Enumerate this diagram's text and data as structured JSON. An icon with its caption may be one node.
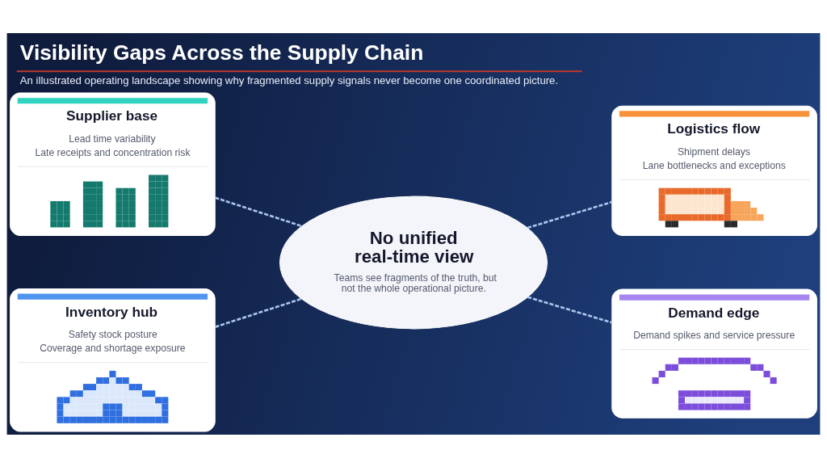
{
  "diagram": {
    "title": "Visibility Gaps Across the Supply Chain",
    "caption": "An illustrated operating landscape showing why fragmented supply signals never become one coordinated picture.",
    "nodes": [
      {
        "text": [
          "Supplier base",
          "Lead time variability",
          "Late receipts and concentration risk"
        ]
      },
      {
        "text": [
          "Logistics flow",
          "Shipment delays",
          "Lane bottlenecks and exceptions"
        ]
      },
      {
        "text": [
          "No unified real-time view",
          "Teams see fragments of the truth, but not the whole operational picture."
        ]
      },
      {
        "text": [
          "Inventory hub",
          "Safety stock posture",
          "Coverage and shortage exposure"
        ]
      },
      {
        "text": [
          "Demand edge",
          "Demand spikes and service pressure"
        ]
      }
    ],
    "edges": [
      {
        "from": 0,
        "to": 2,
        "arrow": "none",
        "style": "dashed"
      },
      {
        "from": 2,
        "to": 1,
        "arrow": "none",
        "style": "dashed"
      },
      {
        "from": 3,
        "to": 2,
        "arrow": "none",
        "style": "dashed"
      },
      {
        "from": 2,
        "to": 4,
        "arrow": "none",
        "style": "dashed"
      }
    ]
  }
}
